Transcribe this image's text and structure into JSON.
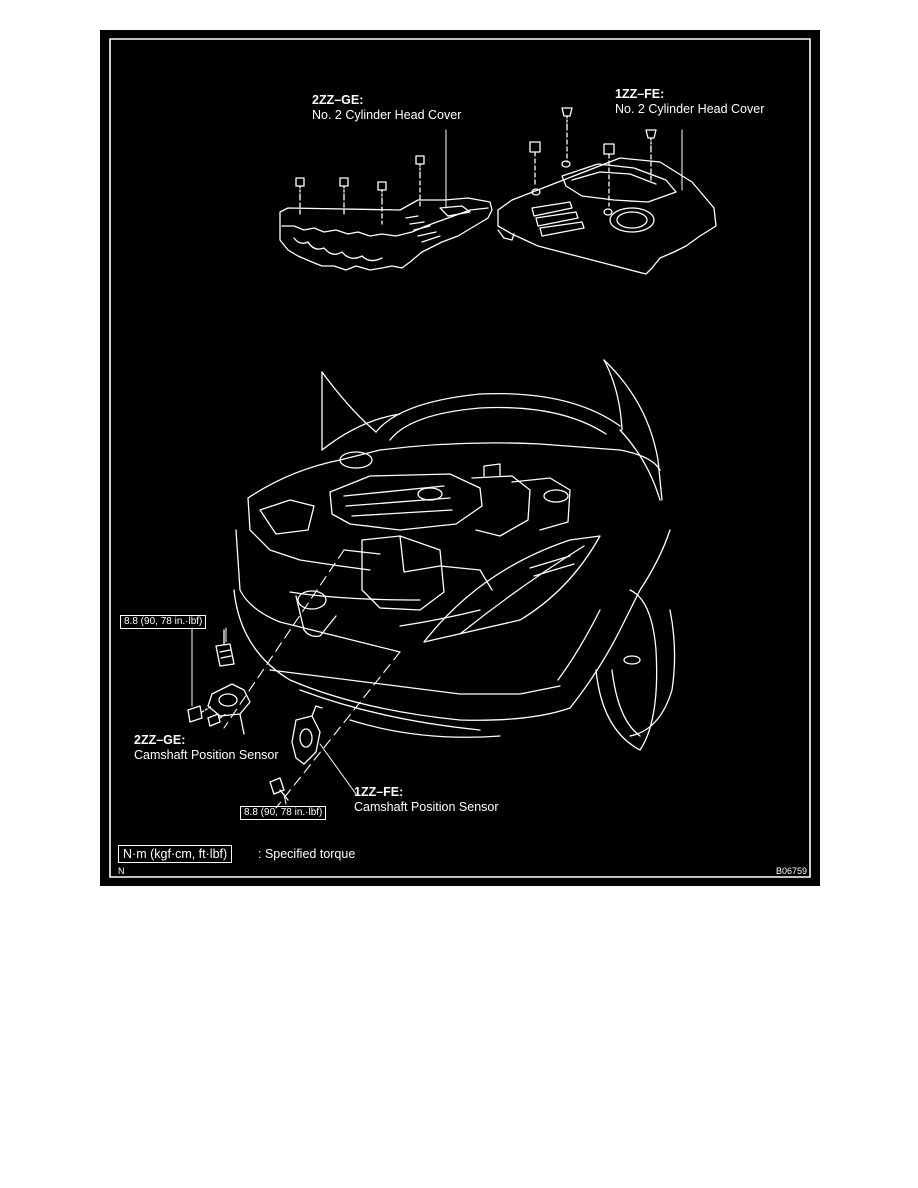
{
  "labels": {
    "gz_cover": {
      "code": "2ZZ–GE:",
      "text": "No. 2 Cylinder Head Cover"
    },
    "fz_cover": {
      "code": "1ZZ–FE:",
      "text": "No. 2 Cylinder Head Cover"
    },
    "gz_sensor": {
      "code": "2ZZ–GE:",
      "text": "Camshaft Position Sensor"
    },
    "fz_sensor": {
      "code": "1ZZ–FE:",
      "text": "Camshaft Position Sensor"
    }
  },
  "torque": {
    "upper": "8.8 (90, 78 in.·lbf)",
    "lower": "8.8 (90, 78 in.·lbf)"
  },
  "legend": {
    "box": "N·m (kgf·cm, ft·lbf)",
    "text": ": Specified torque"
  },
  "corner": {
    "left": "N",
    "right": "B06759"
  },
  "colors": {
    "background": "#000000",
    "line": "#ffffff",
    "page": "#ffffff"
  }
}
